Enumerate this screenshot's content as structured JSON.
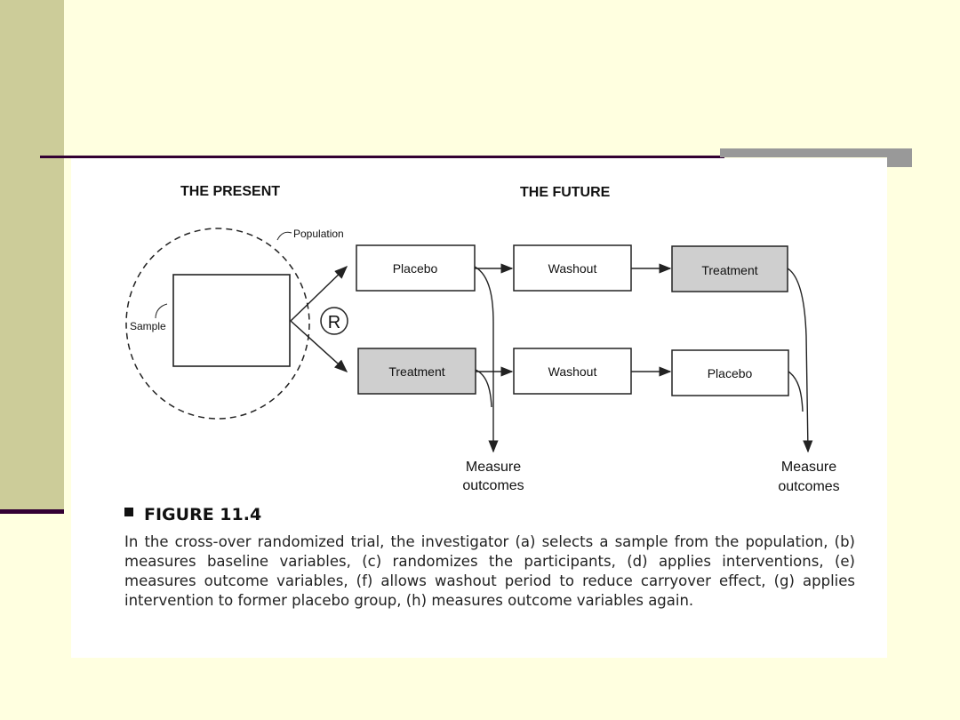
{
  "diagram": {
    "header_present": "THE PRESENT",
    "header_future": "THE FUTURE",
    "population_label": "Population",
    "sample_label": "Sample",
    "randomize_symbol": "R",
    "top_row": [
      "Placebo",
      "Washout",
      "Treatment"
    ],
    "bottom_row": [
      "Treatment",
      "Washout",
      "Placebo"
    ],
    "measure_line1": "Measure",
    "measure_line2": "outcomes"
  },
  "figure": {
    "title": "FIGURE 11.4",
    "caption": "In the cross-over randomized trial, the investigator (a) selects a sample from the population, (b) measures baseline variables, (c) randomizes the participants, (d) applies interventions, (e) measures outcome variables, (f) allows washout period to reduce carryover effect, (g) applies intervention to former placebo group, (h) measures outcome variables again."
  },
  "colors": {
    "background": "#ffffe0",
    "side_band": "#cccc99",
    "rule": "#330033",
    "shaded_box": "#cfcfcf"
  }
}
